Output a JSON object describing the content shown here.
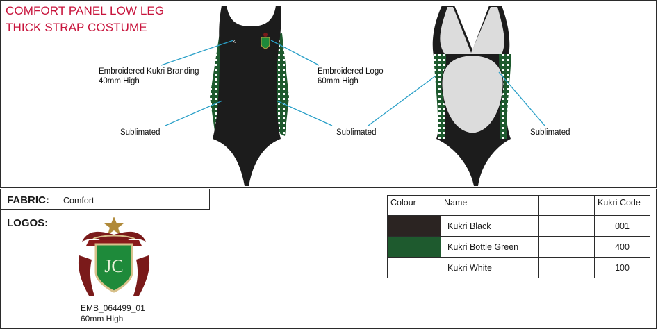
{
  "title": {
    "line1": "COMFORT PANEL LOW LEG",
    "line2": "THICK STRAP COSTUME"
  },
  "callouts": {
    "branding_line1": "Embroidered Kukri Branding",
    "branding_line2": "40mm High",
    "logo_line1": "Embroidered Logo",
    "logo_line2": "60mm High",
    "sublimated_front_left": "Sublimated",
    "sublimated_front_right": "Sublimated",
    "sublimated_back": "Sublimated"
  },
  "fabric": {
    "label": "FABRIC:",
    "value": "Comfort"
  },
  "logos": {
    "label": "LOGOS:",
    "emblem_letters": "JC",
    "code": "EMB_064499_01",
    "size": "60mm High"
  },
  "colour_table": {
    "headers": {
      "colour": "Colour",
      "name": "Name",
      "blank": "",
      "code": "Kukri Code"
    },
    "rows": [
      {
        "swatch": "#2b2422",
        "name": "Kukri Black",
        "code": "001"
      },
      {
        "swatch": "#1e5a2e",
        "name": "Kukri Bottle Green",
        "code": "400"
      },
      {
        "swatch": "#ffffff",
        "name": "Kukri White",
        "code": "100"
      }
    ]
  },
  "colors": {
    "title_red": "#c8143c",
    "callout_line": "#2aa0c8",
    "garment_black": "#1c1c1c",
    "panel_green": "#1e5a2e",
    "lining_grey": "#dcdcdc"
  }
}
